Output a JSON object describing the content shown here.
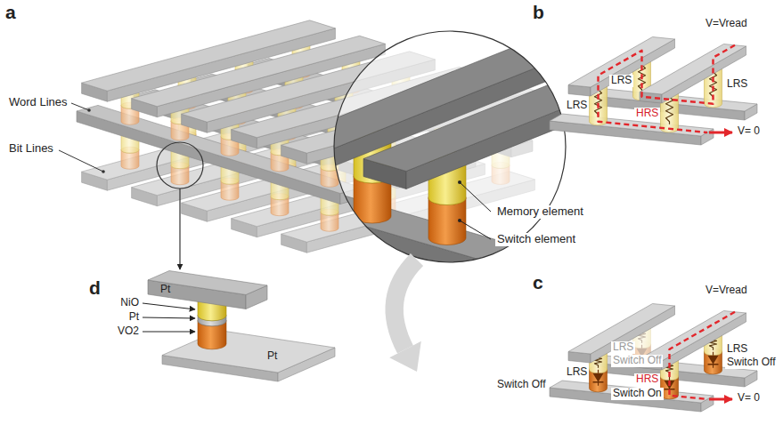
{
  "diagram": {
    "labels": [
      "a",
      "Word Lines",
      "Bit Lines",
      "Memory element",
      "Switch element",
      "b",
      "V=Vread",
      "LRS",
      "LRS",
      "LRS",
      "HRS",
      "V= 0",
      "d",
      "Pt",
      "NiO",
      "Pt",
      "VO2",
      "Pt",
      "c",
      "V=Vread",
      "LRS",
      "Switch Off",
      "LRS",
      "Switch Off",
      "LRS",
      "Switch Off",
      "HRS",
      "Switch On",
      "V= 0"
    ]
  }
}
